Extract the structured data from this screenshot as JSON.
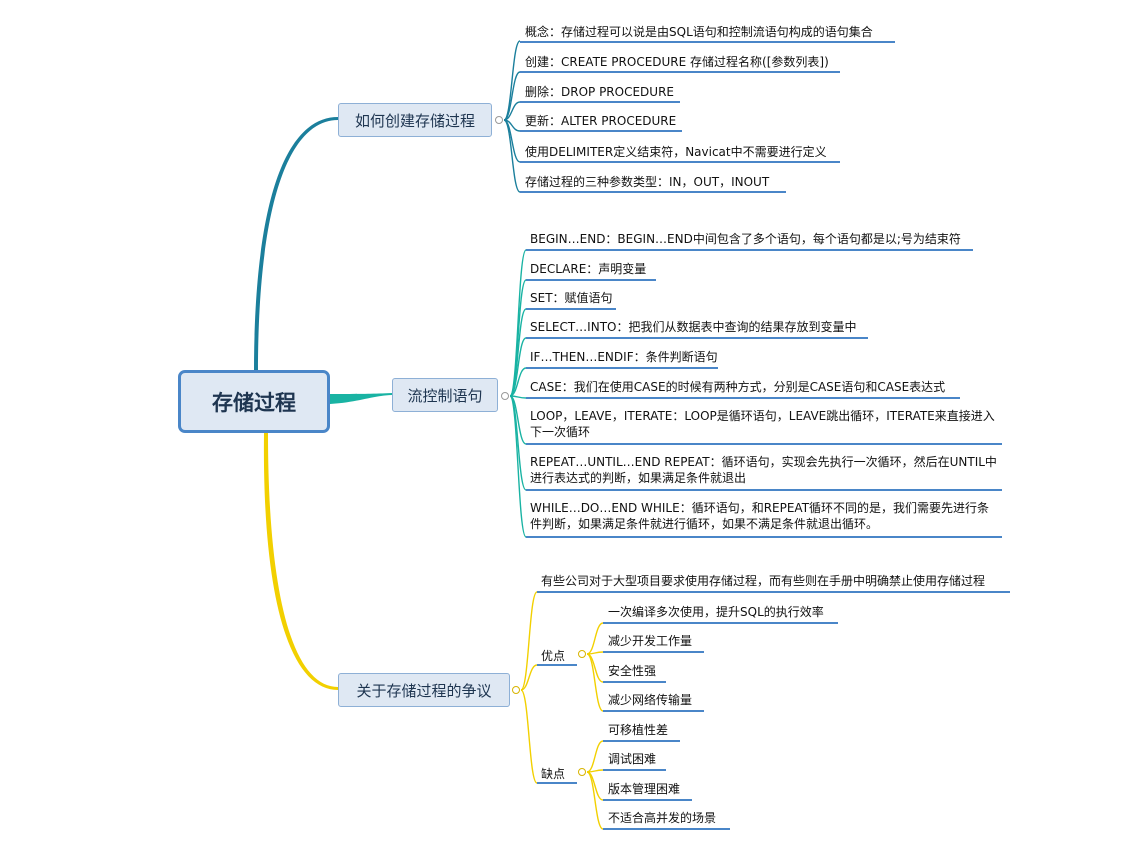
{
  "root": {
    "title": "存储过程"
  },
  "branches": [
    {
      "title": "如何创建存储过程",
      "color": "#1b7f9c",
      "items": [
        "概念：存储过程可以说是由SQL语句和控制流语句构成的语句集合",
        "创建：CREATE PROCEDURE 存储过程名称([参数列表])",
        "删除：DROP PROCEDURE",
        "更新：ALTER PROCEDURE",
        "使用DELIMITER定义结束符，Navicat中不需要进行定义",
        "存储过程的三种参数类型：IN，OUT，INOUT"
      ]
    },
    {
      "title": "流控制语句",
      "color": "#19b3a3",
      "items": [
        "BEGIN…END：BEGIN…END中间包含了多个语句，每个语句都是以;号为结束符",
        "DECLARE：声明变量",
        "SET：赋值语句",
        "SELECT…INTO：把我们从数据表中查询的结果存放到变量中",
        "IF…THEN…ENDIF：条件判断语句",
        "CASE：我们在使用CASE的时候有两种方式，分别是CASE语句和CASE表达式",
        "LOOP，LEAVE，ITERATE：LOOP是循环语句，LEAVE跳出循环，ITERATE来直接进入下一次循环",
        "REPEAT…UNTIL…END REPEAT：循环语句，实现会先执行一次循环，然后在UNTIL中进行表达式的判断，如果满足条件就退出",
        "WHILE…DO…END WHILE：循环语句，和REPEAT循环不同的是，我们需要先进行条件判断，如果满足条件就进行循环，如果不满足条件就退出循环。"
      ]
    },
    {
      "title": "关于存储过程的争议",
      "color": "#f2d000",
      "intro": "有些公司对于大型项目要求使用存储过程，而有些则在手册中明确禁止使用存储过程",
      "groups": [
        {
          "title": "优点",
          "items": [
            "一次编译多次使用，提升SQL的执行效率",
            "减少开发工作量",
            "安全性强",
            "减少网络传输量"
          ]
        },
        {
          "title": "缺点",
          "items": [
            "可移植性差",
            "调试困难",
            "版本管理困难",
            "不适合高并发的场景"
          ]
        }
      ]
    }
  ],
  "colors": {
    "underline": "#4a86c8",
    "node_fill": "#dfe8f3",
    "node_border": "#8eb0d6"
  }
}
